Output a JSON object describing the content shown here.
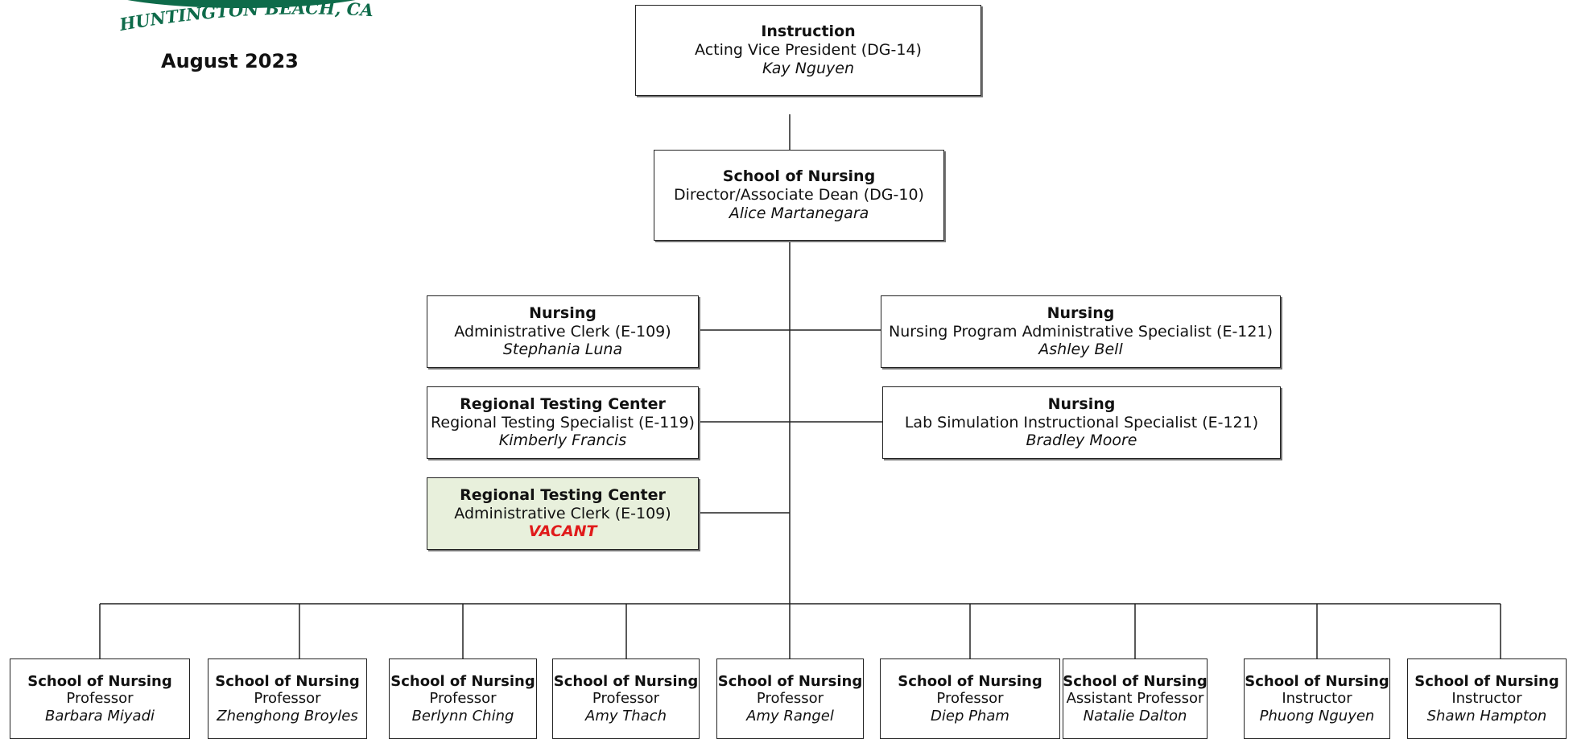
{
  "header": {
    "location": "HUNTINGTON BEACH, CA",
    "date": "August 2023"
  },
  "colors": {
    "brand_green": "#0e6b4a",
    "vacant_text": "#e01b1b",
    "vacant_fill": "#e8f0dc"
  },
  "top": {
    "title": "Instruction",
    "role": "Acting Vice President (DG-14)",
    "name": "Kay Nguyen"
  },
  "director": {
    "title": "School of Nursing",
    "role": "Director/Associate Dean (DG-10)",
    "name": "Alice Martanegara"
  },
  "staff_left": [
    {
      "title": "Nursing",
      "role": "Administrative Clerk (E-109)",
      "name": "Stephania Luna"
    },
    {
      "title": "Regional Testing Center",
      "role": "Regional Testing Specialist (E-119)",
      "name": "Kimberly Francis"
    },
    {
      "title": "Regional Testing Center",
      "role": "Administrative Clerk (E-109)",
      "name": "VACANT"
    }
  ],
  "staff_right": [
    {
      "title": "Nursing",
      "role": "Nursing Program Administrative Specialist (E-121)",
      "name": "Ashley Bell"
    },
    {
      "title": "Nursing",
      "role": "Lab Simulation Instructional Specialist (E-121)",
      "name": "Bradley Moore"
    }
  ],
  "faculty": [
    {
      "title": "School of Nursing",
      "role": "Professor",
      "name": "Barbara Miyadi"
    },
    {
      "title": "School of Nursing",
      "role": "Professor",
      "name": "Zhenghong Broyles"
    },
    {
      "title": "School of Nursing",
      "role": "Professor",
      "name": "Berlynn Ching"
    },
    {
      "title": "School of Nursing",
      "role": "Professor",
      "name": "Amy Thach"
    },
    {
      "title": "School of Nursing",
      "role": "Professor",
      "name": "Amy Rangel"
    },
    {
      "title": "School of Nursing",
      "role": "Professor",
      "name": "Diep Pham"
    },
    {
      "title": "School of Nursing",
      "role": "Assistant Professor",
      "name": "Natalie Dalton"
    },
    {
      "title": "School of Nursing",
      "role": "Instructor",
      "name": "Phuong Nguyen"
    },
    {
      "title": "School of Nursing",
      "role": "Instructor",
      "name": "Shawn Hampton"
    }
  ]
}
